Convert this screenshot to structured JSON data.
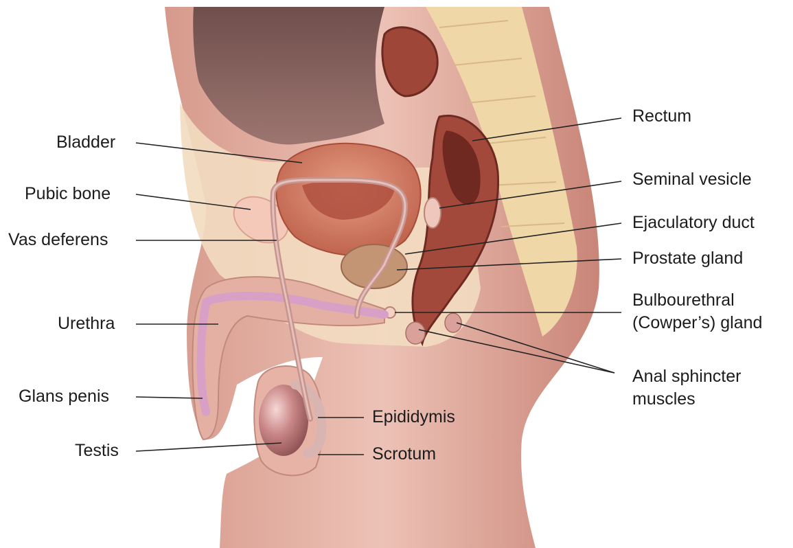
{
  "labels": {
    "left": {
      "bladder": "Bladder",
      "pubic_bone": "Pubic bone",
      "vas_deferens": "Vas deferens",
      "urethra": "Urethra",
      "glans_penis": "Glans penis",
      "testis": "Testis"
    },
    "center": {
      "epididymis": "Epididymis",
      "scrotum": "Scrotum"
    },
    "right": {
      "rectum": "Rectum",
      "seminal_vesicle": "Seminal vesicle",
      "ejaculatory_duct": "Ejaculatory duct",
      "prostate_gland": "Prostate gland",
      "bulbourethral_line1": "Bulbourethral",
      "bulbourethral_line2": "(Cowper’s) gland",
      "anal_sphincter_line1": "Anal sphincter",
      "anal_sphincter_line2": "muscles"
    }
  },
  "colors": {
    "skin": "#e7b5a8",
    "skin_dark": "#c98b7f",
    "cavity": "#8a6460",
    "tissue_fat": "#f3d9b8",
    "bladder": "#d98a6f",
    "rectum": "#9c3f33",
    "urethra": "#d9a3c3",
    "testis": "#c98686",
    "leader": "#222222"
  }
}
